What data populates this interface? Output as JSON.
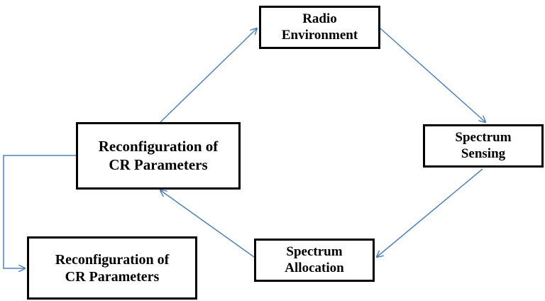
{
  "diagram": {
    "nodes": {
      "radio_environment": "Radio\nEnvironment",
      "spectrum_sensing": "Spectrum\nSensing",
      "spectrum_allocation": "Spectrum\nAllocation",
      "reconfiguration": "Reconfiguration of\nCR Parameters",
      "reconfiguration_output": "Reconfiguration of\nCR Parameters"
    },
    "edges": [
      {
        "from": "radio_environment",
        "to": "spectrum_sensing"
      },
      {
        "from": "spectrum_sensing",
        "to": "spectrum_allocation"
      },
      {
        "from": "spectrum_allocation",
        "to": "reconfiguration"
      },
      {
        "from": "reconfiguration",
        "to": "radio_environment"
      },
      {
        "from": "reconfiguration",
        "to": "reconfiguration_output"
      }
    ],
    "colors": {
      "arrow": "#4f81bd",
      "box_border": "#000000"
    }
  }
}
